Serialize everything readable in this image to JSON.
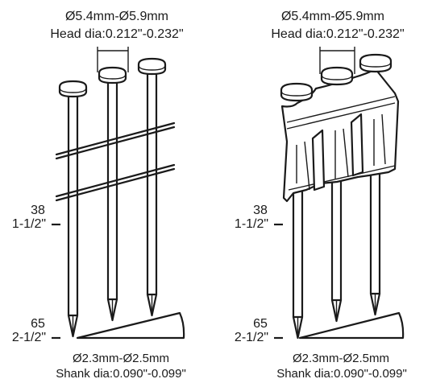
{
  "left_panel": {
    "head_mm": "Ø5.4mm-Ø5.9mm",
    "head_in": "Head dia:0.212\"-0.232\"",
    "mark_38": "38",
    "mark_38_in": "1-1/2\"",
    "mark_65": "65",
    "mark_65_in": "2-1/2\"",
    "shank_mm": "Ø2.3mm-Ø2.5mm",
    "shank_in": "Shank dia:0.090\"-0.099\""
  },
  "right_panel": {
    "head_mm": "Ø5.4mm-Ø5.9mm",
    "head_in": "Head dia:0.212\"-0.232\"",
    "mark_38": "38",
    "mark_38_in": "1-1/2\"",
    "mark_65": "65",
    "mark_65_in": "2-1/2\"",
    "shank_mm": "Ø2.3mm-Ø2.5mm",
    "shank_in": "Shank dia:0.090\"-0.099\""
  }
}
